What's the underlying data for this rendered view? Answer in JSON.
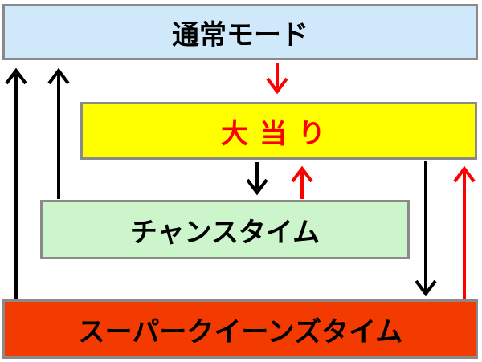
{
  "diagram": {
    "modes": {
      "normal": "通常モード",
      "jackpot": "大当り",
      "chance": "チャンスタイム",
      "super": "スーパークイーンズタイム"
    }
  },
  "colors": {
    "normal_bg": "#cfe8fa",
    "jackpot_bg": "#ffff00",
    "jackpot_text": "#ff0000",
    "chance_bg": "#ccf5cc",
    "super_bg": "#f33a00",
    "arrow_black": "#000000",
    "arrow_red": "#ff0000",
    "border": "#8a8a8a"
  }
}
